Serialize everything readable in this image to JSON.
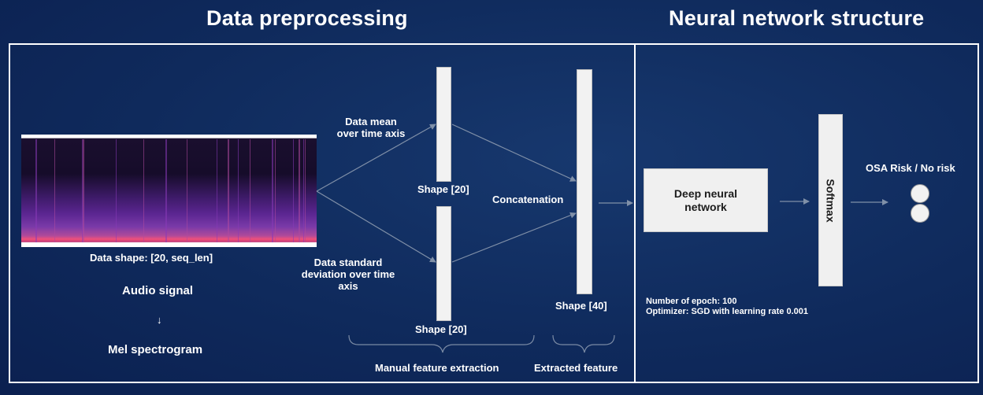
{
  "titles": {
    "left": "Data preprocessing",
    "right": "Neural network structure"
  },
  "left_panel": {
    "data_shape": "Data shape: [20, seq_len]",
    "audio_signal": "Audio signal",
    "arrow": "↓",
    "mel": "Mel spectrogram",
    "mean_label_1": "Data mean",
    "mean_label_2": "over time axis",
    "std_label_1": "Data standard",
    "std_label_2": "deviation over time",
    "std_label_3": "axis",
    "shape_top": "Shape [20]",
    "shape_bottom": "Shape [20]",
    "concatenation": "Concatenation",
    "shape_concat": "Shape [40]",
    "manual_feature": "Manual feature extraction",
    "extracted_feature": "Extracted feature"
  },
  "right_panel": {
    "dnn_line1": "Deep neural",
    "dnn_line2": "network",
    "softmax": "Softmax",
    "output": "OSA Risk / No risk",
    "epochs": "Number of epoch: 100",
    "optimizer": "Optimizer: SGD with learning rate 0.001"
  },
  "colors": {
    "background": "#0f2a5c",
    "box_fill": "#f0f0f0",
    "connector": "#8090a8",
    "spectrogram_low": "#120a24",
    "spectrogram_mid": "#6a2a9a",
    "spectrogram_high": "#f0507a"
  }
}
